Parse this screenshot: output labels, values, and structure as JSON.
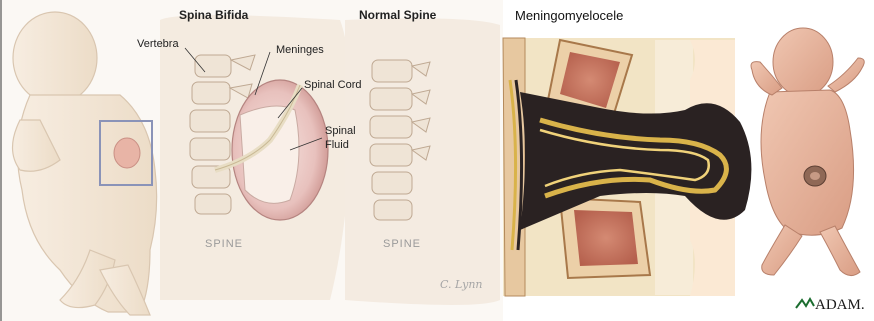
{
  "left_panel": {
    "title_spina_bifida": "Spina Bifida",
    "title_normal_spine": "Normal Spine",
    "label_vertebra": "Vertebra",
    "label_meninges": "Meninges",
    "label_spinal_cord": "Spinal Cord",
    "label_spinal_fluid_line1": "Spinal",
    "label_spinal_fluid_line2": "Fluid",
    "label_spine_left": "SPINE",
    "label_spine_right": "SPINE",
    "artist_signature": "C. Lynn"
  },
  "right_panel": {
    "title": "Meningomyelocele"
  },
  "credit": {
    "logo_text": "ADAM."
  },
  "colors": {
    "skin": "#f3e6d6",
    "bone": "#e8c9a6",
    "bone_marrow": "#c8735e",
    "sac_dark": "#2a2222",
    "nerve_gold": "#d9b34a",
    "highlight_box": "#8a93b8"
  }
}
